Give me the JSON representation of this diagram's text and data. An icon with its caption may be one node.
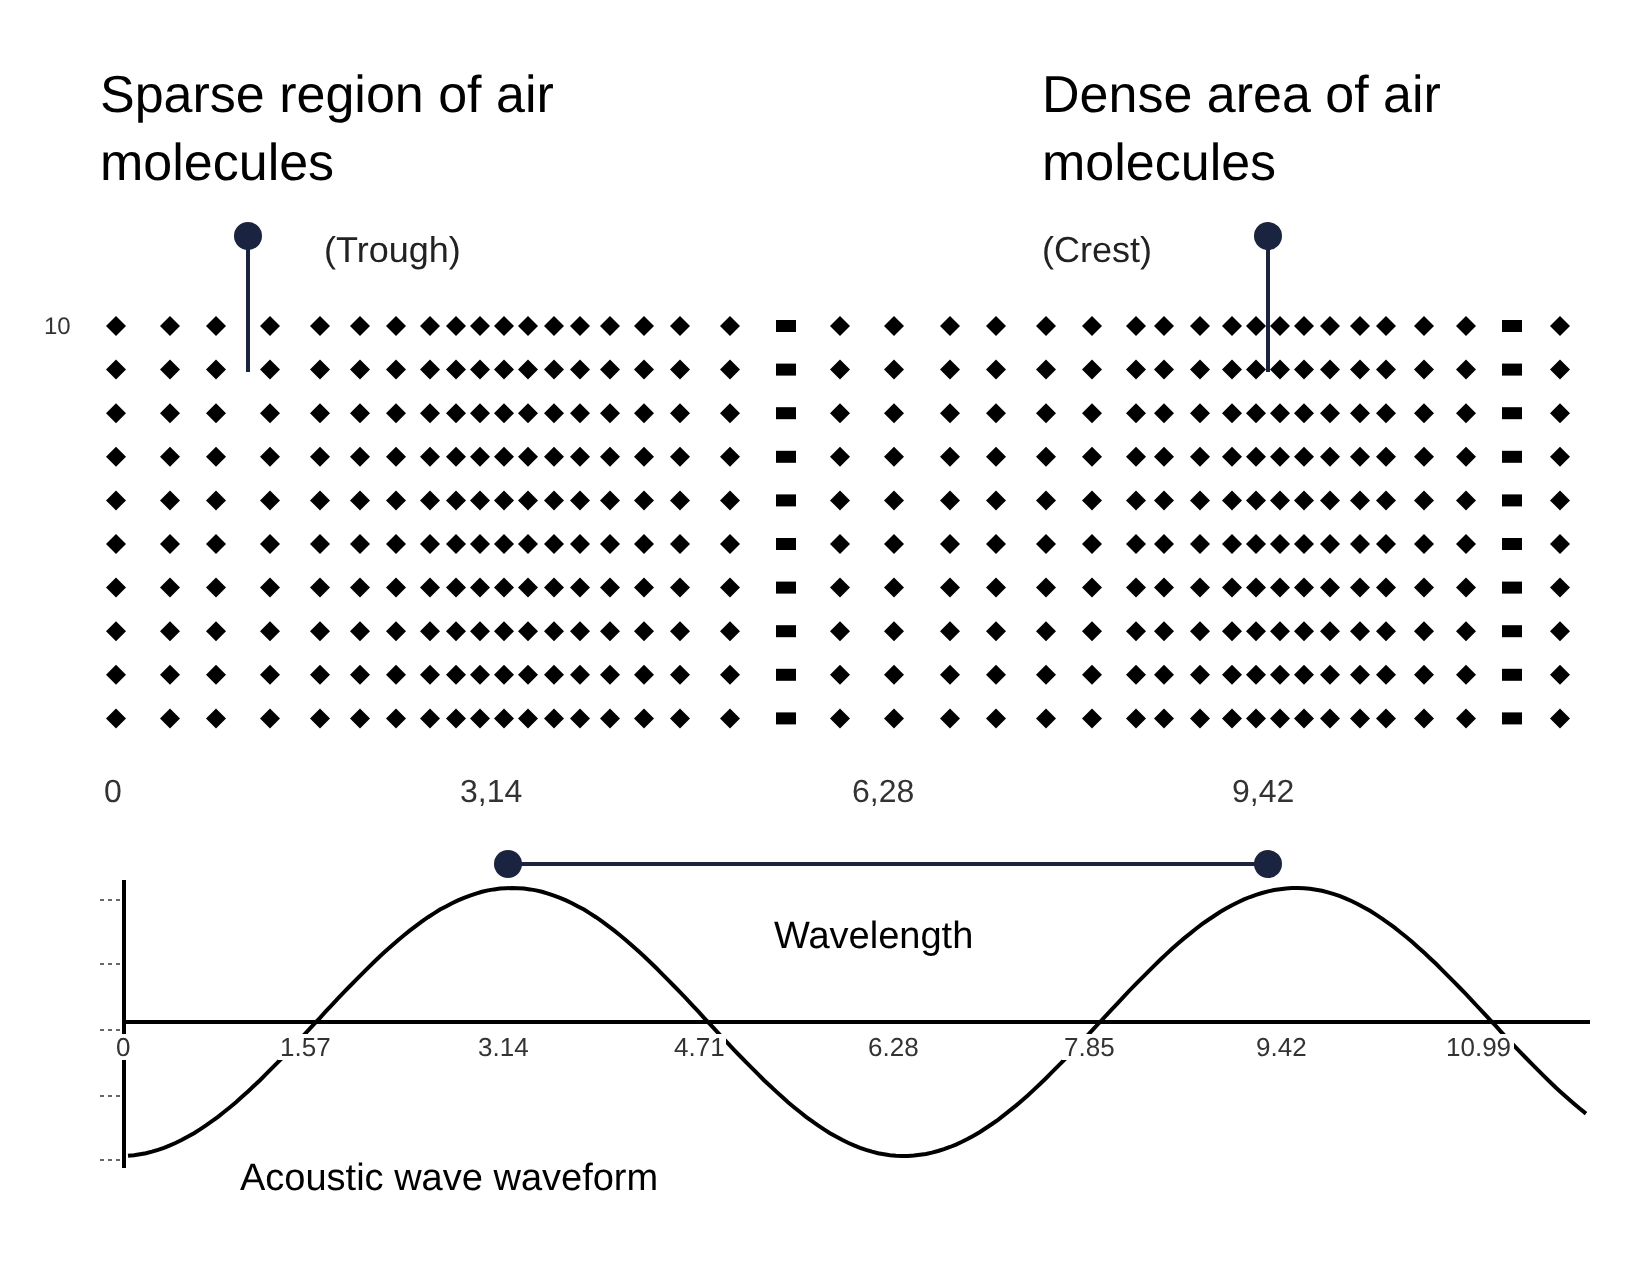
{
  "diagram": {
    "nodes": [
      {
        "text": [
          "Sparse region of air molecules"
        ],
        "beside": [
          "(Trough)"
        ]
      },
      {
        "text": [
          "Dense area of air molecules"
        ],
        "beside": [
          "(Crest)"
        ]
      }
    ],
    "edges": [
      {
        "from": 0,
        "to": null,
        "arrow": "other"
      },
      {
        "from": 1,
        "to": null,
        "arrow": "other"
      }
    ],
    "labels": [
      "10",
      "0",
      "3,14",
      "6,28",
      "9,42",
      "Wavelength",
      "0",
      "1.57",
      "3.14",
      "4.71",
      "6.28",
      "7.85",
      "9.42",
      "10.99",
      "Acoustic wave waveform"
    ]
  }
}
